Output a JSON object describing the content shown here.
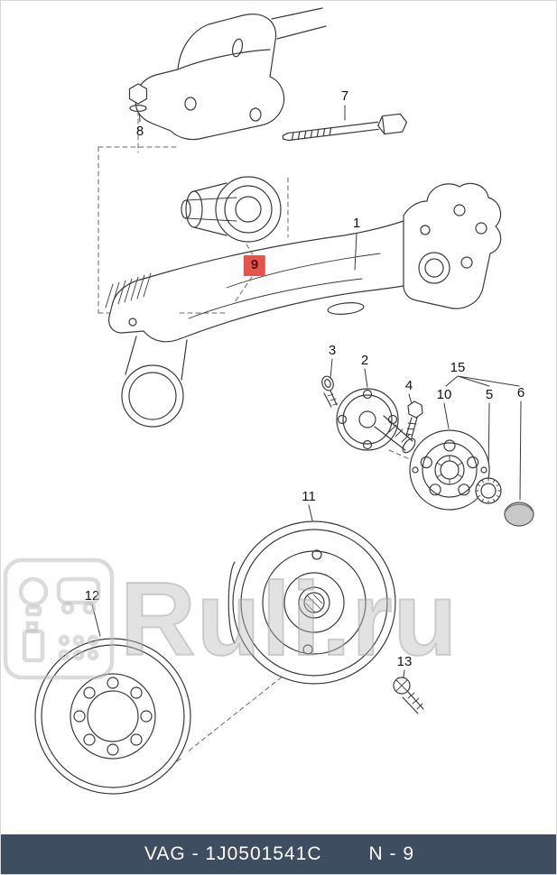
{
  "colors": {
    "highlight": "#e5554d",
    "footer_bg": "#3e4d5f"
  },
  "diagram": {
    "description": "Exploded parts diagram of rear axle beam with bushing, stub axle, wheel hub and brake drum",
    "parts": [
      {
        "label": "1",
        "name": "axle-beam",
        "highlighted": false
      },
      {
        "label": "2",
        "name": "stub-axle-flange",
        "highlighted": false
      },
      {
        "label": "3",
        "name": "bolt-small",
        "highlighted": false
      },
      {
        "label": "4",
        "name": "bolt-hex",
        "highlighted": false
      },
      {
        "label": "5",
        "name": "hub-nut",
        "highlighted": false
      },
      {
        "label": "6",
        "name": "dust-cap",
        "highlighted": false
      },
      {
        "label": "7",
        "name": "mount-bolt",
        "highlighted": false
      },
      {
        "label": "8",
        "name": "mount-nut",
        "highlighted": false
      },
      {
        "label": "9",
        "name": "rubber-bushing",
        "highlighted": true
      },
      {
        "label": "10",
        "name": "wheel-hub",
        "highlighted": false
      },
      {
        "label": "11",
        "name": "brake-drum",
        "highlighted": false
      },
      {
        "label": "12",
        "name": "brake-disc",
        "highlighted": false
      },
      {
        "label": "13",
        "name": "screw",
        "highlighted": false
      },
      {
        "label": "15",
        "name": "hub-kit-group",
        "highlighted": false
      }
    ]
  },
  "watermark": {
    "text": "Ruli.ru",
    "logo": "ruli-watermark-logo"
  },
  "footer": {
    "code": "VAG - 1J0501541C",
    "page": "N - 9"
  }
}
